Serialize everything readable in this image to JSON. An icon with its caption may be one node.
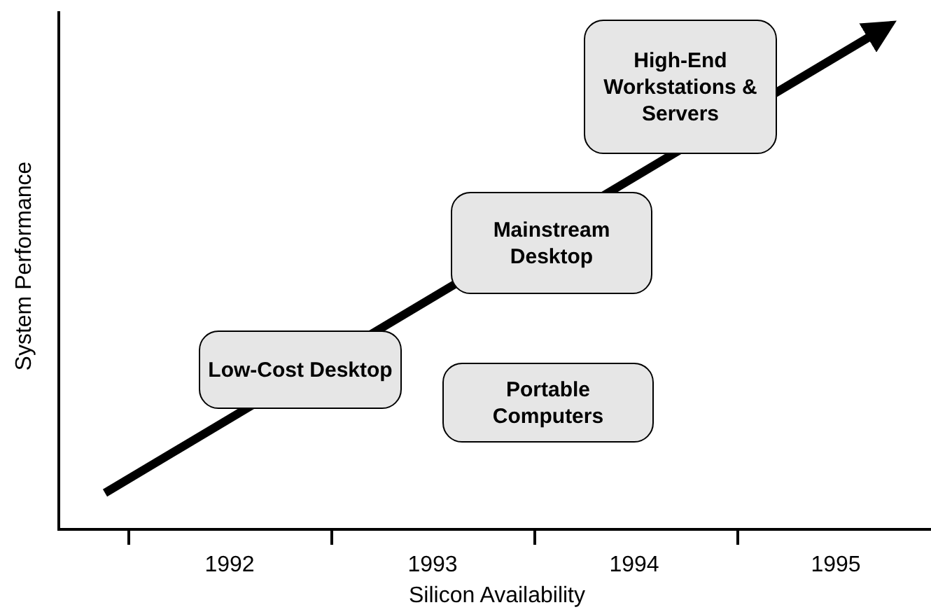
{
  "diagram": {
    "nodes": [
      {
        "text": [
          "Low-Cost Desktop"
        ]
      },
      {
        "text": [
          "Mainstream Desktop"
        ]
      },
      {
        "text": [
          "High-End Workstations & Servers"
        ]
      },
      {
        "text": [
          "Portable Computers"
        ]
      }
    ],
    "labels": [
      "System Performance",
      "1992",
      "1993",
      "1994",
      "1995",
      "Silicon Availability"
    ]
  }
}
